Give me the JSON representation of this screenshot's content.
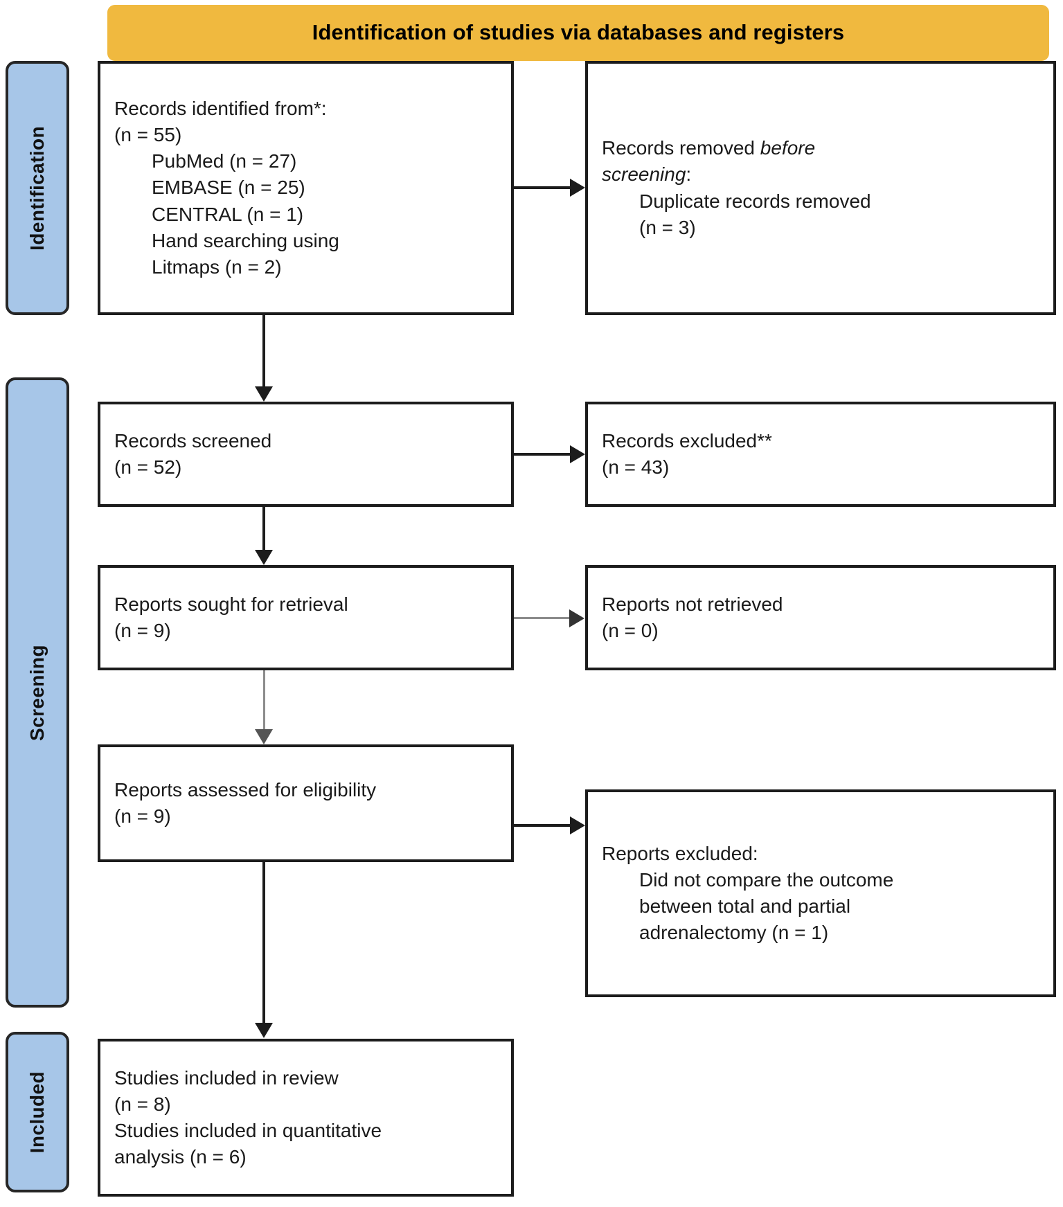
{
  "banner": {
    "title": "Identification of studies via databases and registers"
  },
  "stages": [
    {
      "id": "identification",
      "label": "Identification"
    },
    {
      "id": "screening",
      "label": "Screening"
    },
    {
      "id": "included",
      "label": "Included"
    }
  ],
  "boxes": {
    "identified": {
      "line1": "Records identified from*:",
      "line2": "(n = 55)",
      "item1": "PubMed (n = 27)",
      "item2": "EMBASE (n = 25)",
      "item3": "CENTRAL (n = 1)",
      "item4": "Hand searching using",
      "item5": "Litmaps (n = 2)"
    },
    "removed": {
      "line1_a": "Records removed ",
      "line1_b": "before",
      "line2_a": "screening",
      "line2_b": ":",
      "item1": "Duplicate records removed",
      "item2": "(n = 3)"
    },
    "screened": {
      "line1": "Records screened",
      "line2": "(n = 52)"
    },
    "excluded": {
      "line1": "Records excluded**",
      "line2": "(n = 43)"
    },
    "sought": {
      "line1": "Reports sought for retrieval",
      "line2": "(n = 9)"
    },
    "not_retrieved": {
      "line1": "Reports not retrieved",
      "line2": "(n = 0)"
    },
    "assessed": {
      "line1": "Reports assessed for eligibility",
      "line2": "(n = 9)"
    },
    "reports_excluded": {
      "line1": "Reports excluded:",
      "item1": "Did not compare the outcome",
      "item2": "between total and partial",
      "item3": "adrenalectomy (n = 1)"
    },
    "included": {
      "line1": "Studies included in review",
      "line2": "(n = 8)",
      "line3": "Studies included in quantitative",
      "line4": "analysis (n = 6)"
    }
  },
  "colors": {
    "banner_bg": "#f0b93f",
    "stage_bg": "#a7c6e8",
    "box_border": "#1c1c1c",
    "connector": "#1c1c1c",
    "connector_light": "#8c8c8c"
  }
}
